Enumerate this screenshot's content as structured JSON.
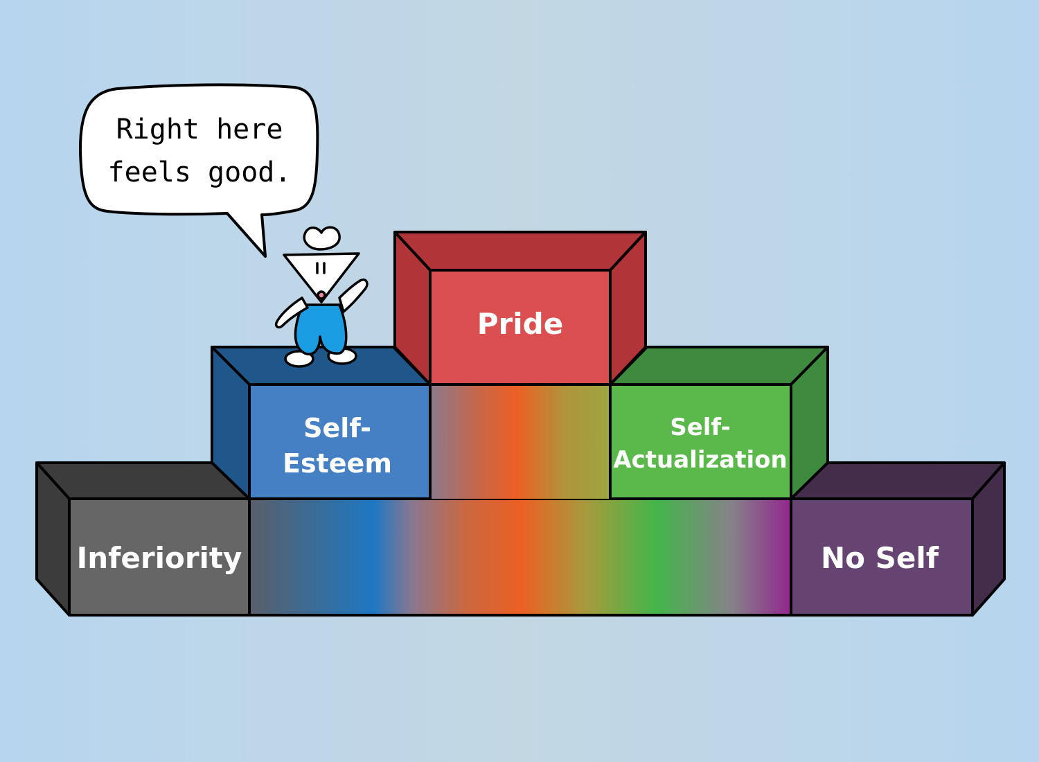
{
  "speech_bubble": {
    "line1": "Right here",
    "line2": "feels good."
  },
  "blocks": [
    {
      "id": "inferiority",
      "line1": "Inferiority",
      "line2": "",
      "color": "#666666"
    },
    {
      "id": "self-esteem",
      "line1": "Self-",
      "line2": "Esteem",
      "color": "#4580c4"
    },
    {
      "id": "pride",
      "line1": "Pride",
      "line2": "",
      "color": "#dc4f50"
    },
    {
      "id": "self-actualization",
      "line1": "Self-",
      "line2": "Actualization",
      "color": "#5bb94b"
    },
    {
      "id": "no-self",
      "line1": "No Self",
      "line2": "",
      "color": "#664471"
    }
  ],
  "character": "mouse-character",
  "spectrum_colors": [
    "#444444",
    "#1e78c2",
    "#ec5f24",
    "#43b649",
    "#93278f"
  ]
}
